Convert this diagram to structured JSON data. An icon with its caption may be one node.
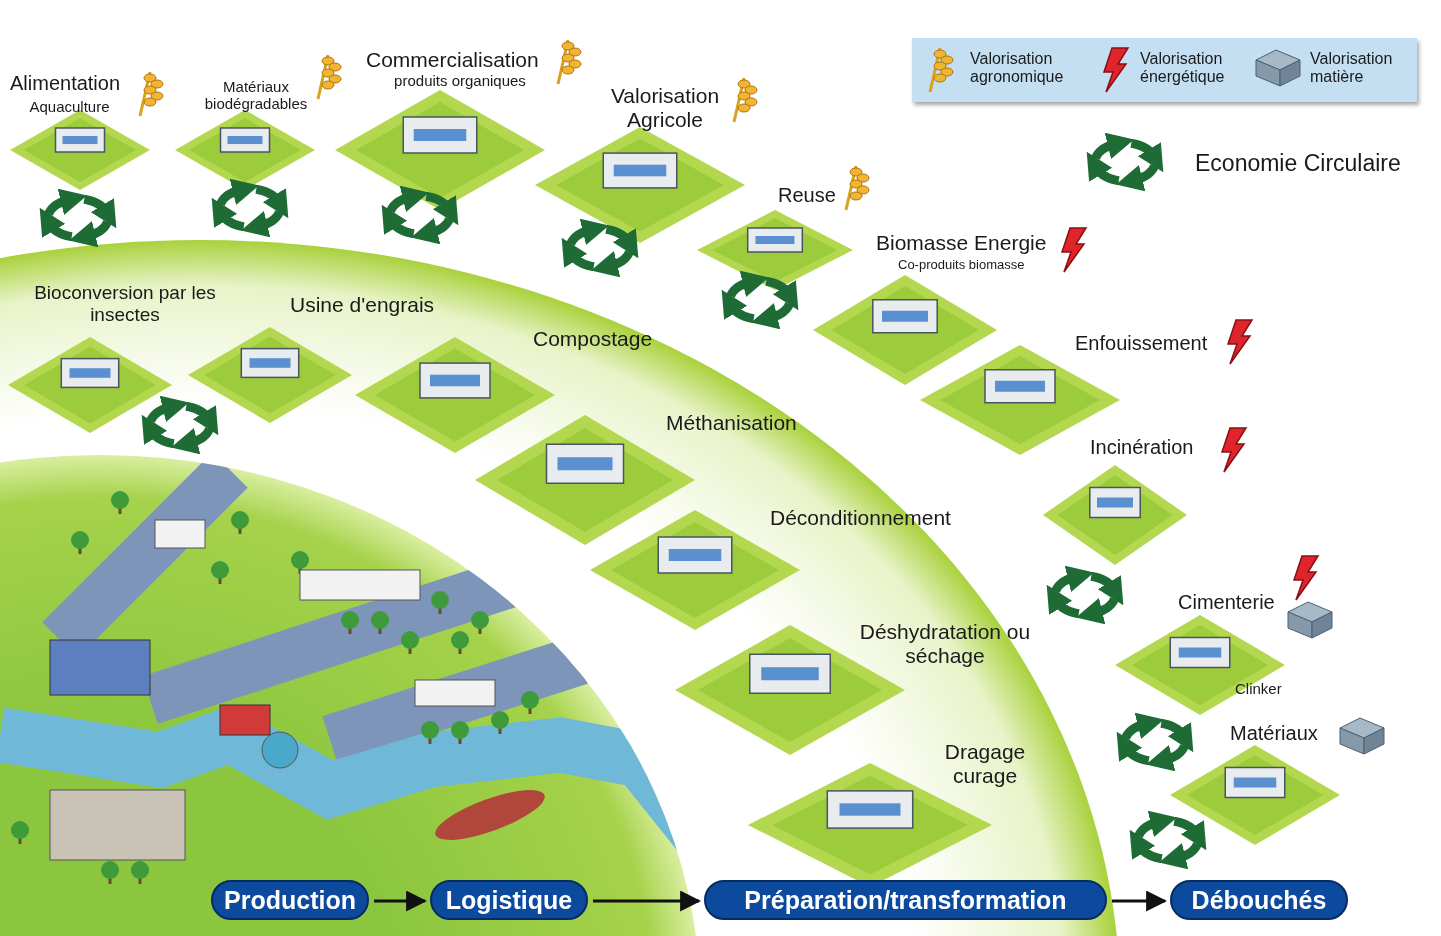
{
  "diagram": {
    "nodes": [
      {
        "text": [
          "Production"
        ]
      },
      {
        "text": [
          "Logistique"
        ]
      },
      {
        "text": [
          "Préparation/transformation"
        ]
      },
      {
        "text": [
          "Débouchés"
        ]
      }
    ],
    "edges": [
      {
        "from": 0,
        "to": 1,
        "arrow": "to"
      },
      {
        "from": 1,
        "to": 2,
        "arrow": "to"
      },
      {
        "from": 2,
        "to": 3,
        "arrow": "to"
      }
    ],
    "labels": [
      "Alimentation",
      "Aquaculture",
      "Matériaux biodégradables",
      "Commercialisation",
      "produits organiques",
      "Valorisation Agricole",
      "Reuse",
      "Biomasse Energie",
      "Co-produits biomasse",
      "Economie Circulaire",
      "Bioconversion par les insectes",
      "Usine d'engrais",
      "Compostage",
      "Enfouissement",
      "Méthanisation",
      "Incinération",
      "Déconditionnement",
      "Cimenterie",
      "Déshydratation ou séchage",
      "Clinker",
      "Matériaux",
      "Dragage curage"
    ],
    "legend": [
      {
        "text": "Valorisation agronomique"
      },
      {
        "text": "Valorisation énergétique"
      },
      {
        "text": "Valorisation matière"
      }
    ]
  }
}
